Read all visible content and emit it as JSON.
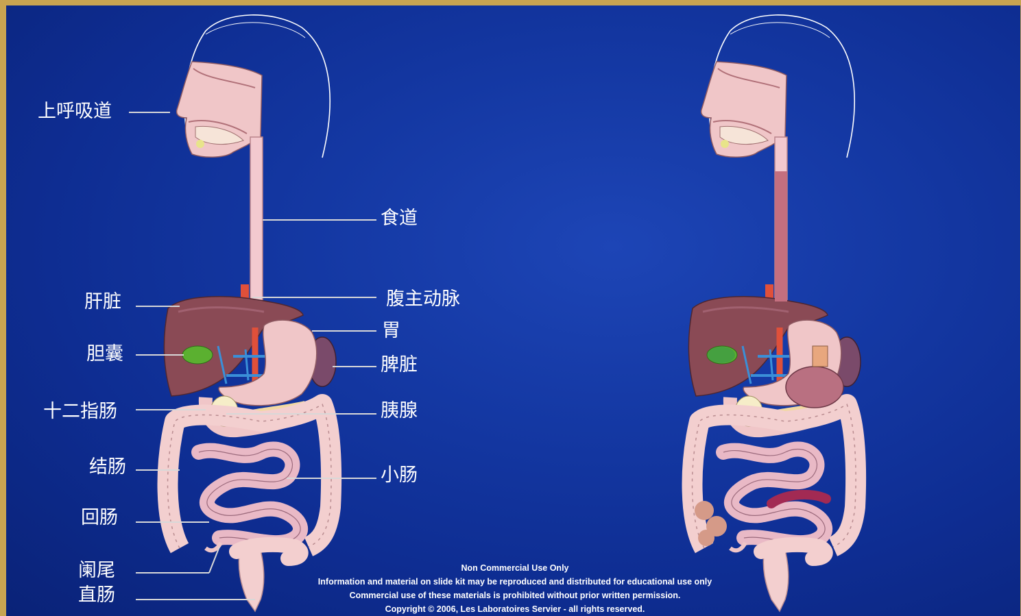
{
  "labels": {
    "upper_respiratory": "上呼吸道",
    "esophagus": "食道",
    "liver": "肝脏",
    "aorta": "腹主动脉",
    "stomach": "胃",
    "gallbladder": "胆囊",
    "spleen": "脾脏",
    "duodenum": "十二指肠",
    "pancreas": "胰腺",
    "colon": "结肠",
    "small_intestine": "小肠",
    "ileum": "回肠",
    "appendix": "阑尾",
    "rectum": "直肠"
  },
  "notice": {
    "line1": "Non Commercial Use Only",
    "line2": "Information and material on slide kit may be reproduced and distributed for educational use only",
    "line3": "Commercial use of these materials is prohibited without prior written permission.",
    "line4": "Copyright © 2006, Les Laboratoires Servier - all rights reserved."
  },
  "colors": {
    "background": "#1438a3",
    "frame": "#c8a451",
    "label_text": "#ffffff",
    "leader_line": "#d8d8d8",
    "liver": "#8a4a55",
    "tissue_pink": "#f0c6c8",
    "gallbladder": "#5bb030",
    "aorta": "#e0503a",
    "vein": "#3a8fd8"
  }
}
